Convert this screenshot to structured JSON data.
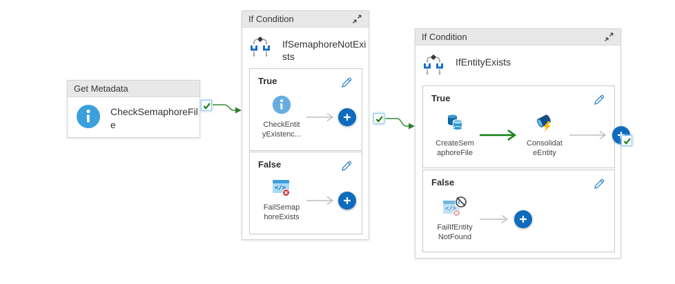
{
  "colors": {
    "connector_green": "#3f8f3f",
    "flow_green": "#107c10",
    "gray_arrow": "#bdbdbd",
    "plus_blue": "#0e6bbd",
    "header_gray": "#e8e8e8",
    "port_check_green": "#1b7f1b",
    "pencil_blue": "#2f86c9",
    "info_blue": "#3ba0dc",
    "info_blue_light": "#66aee2"
  },
  "icons": {
    "get_metadata": "info-icon",
    "check_entity": "info-icon",
    "fail": "fail-icon",
    "fail_deactivated": "fail-deactivated-icon",
    "copy_data": "copy-data-icon",
    "stored_procedure": "stored-procedure-icon",
    "if_condition": "if-condition-icon",
    "collapse": "collapse-icon",
    "edit": "pencil-icon",
    "add": "plus-icon",
    "success_port": "checkbox-check-icon"
  },
  "get_metadata": {
    "header": "Get Metadata",
    "name": "CheckSemaphoreFil\ne"
  },
  "if1": {
    "header": "If Condition",
    "name": "IfSemaphoreNotExi\nsts",
    "true_branch": {
      "label": "True",
      "activity": {
        "name": "CheckEntit\nyExistenc..."
      }
    },
    "false_branch": {
      "label": "False",
      "activity": {
        "name": "FailSemap\nhoreExists"
      }
    }
  },
  "if2": {
    "header": "If Condition",
    "name": "IfEntityExists",
    "true_branch": {
      "label": "True",
      "activities": [
        {
          "name": "CreateSem\naphoreFile"
        },
        {
          "name": "Consolidat\neEntity"
        }
      ]
    },
    "false_branch": {
      "label": "False",
      "activity": {
        "name": "FailIfEntity\nNotFound"
      }
    }
  }
}
